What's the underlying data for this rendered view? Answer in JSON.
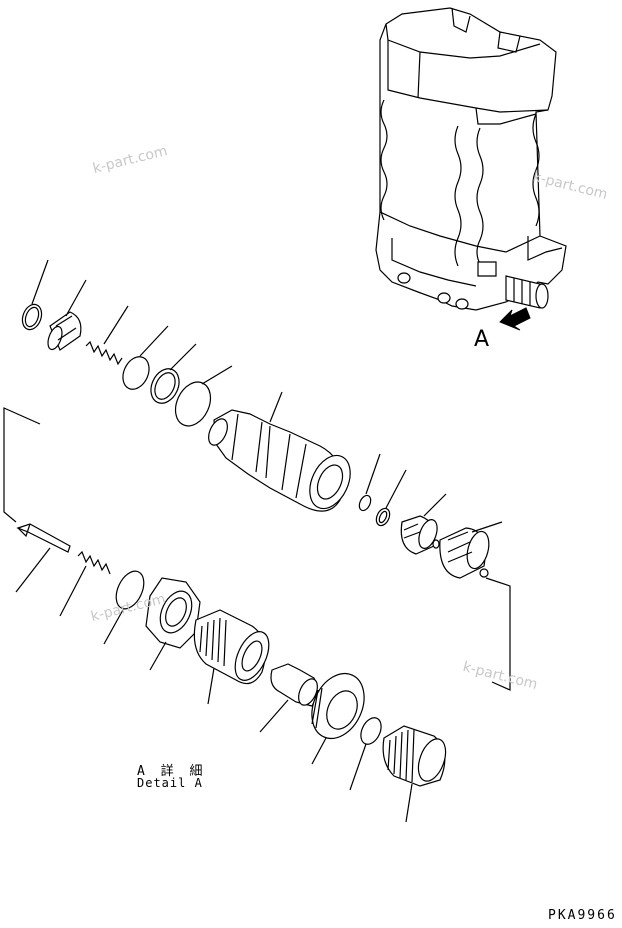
{
  "view_label": "A",
  "detail_label_jp": "A 詳 細",
  "detail_label_en": "Detail A",
  "drawing_number": "PKA9966",
  "watermark_text": "k-part.com",
  "colors": {
    "line": "#000000",
    "background": "#ffffff",
    "watermark": "#c8c8c8"
  }
}
